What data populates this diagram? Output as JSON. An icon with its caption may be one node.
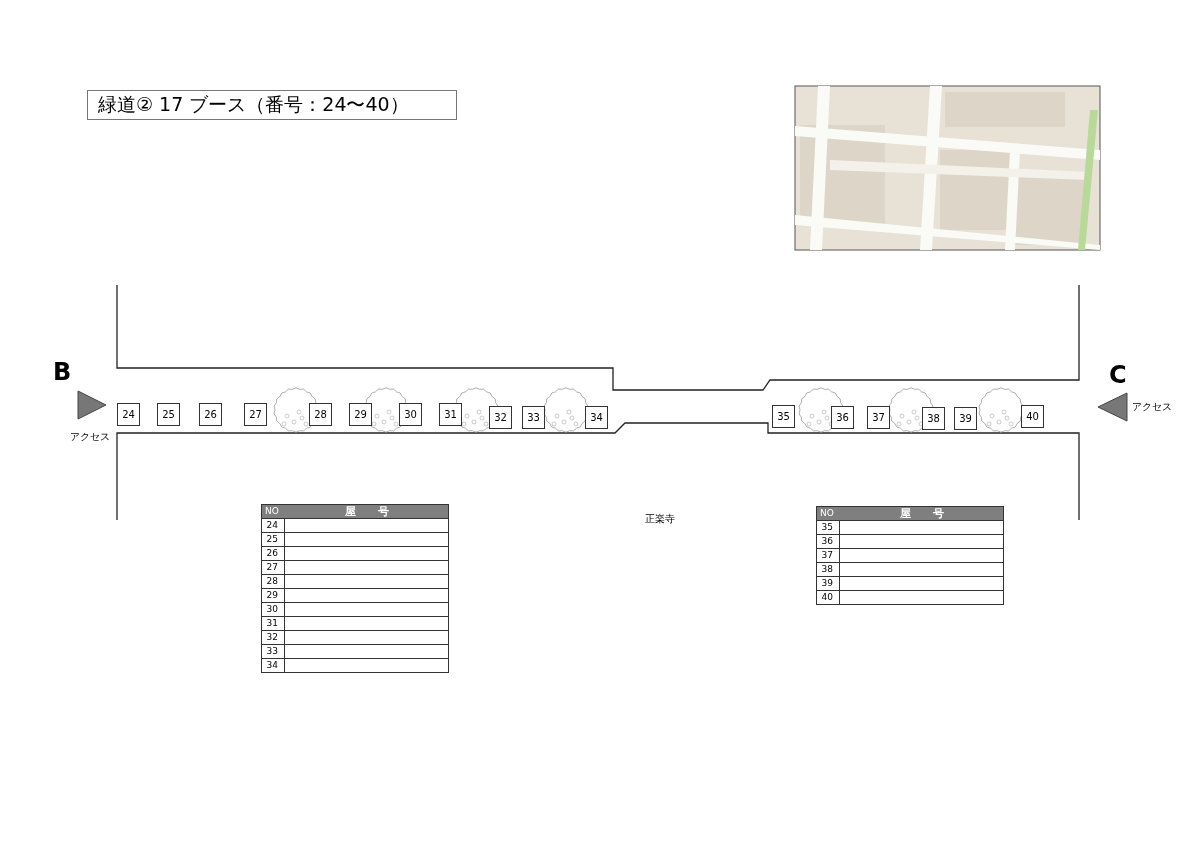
{
  "diagram": {
    "title": "緑道② 17 ブース（番号：24〜40）",
    "nodes": [
      {
        "text": [
          "24"
        ]
      },
      {
        "text": [
          "25"
        ]
      },
      {
        "text": [
          "26"
        ]
      },
      {
        "text": [
          "27"
        ]
      },
      {
        "text": [
          "28"
        ]
      },
      {
        "text": [
          "29"
        ]
      },
      {
        "text": [
          "30"
        ]
      },
      {
        "text": [
          "31"
        ]
      },
      {
        "text": [
          "32"
        ]
      },
      {
        "text": [
          "33"
        ]
      },
      {
        "text": [
          "34"
        ]
      },
      {
        "text": [
          "35"
        ]
      },
      {
        "text": [
          "36"
        ]
      },
      {
        "text": [
          "37"
        ]
      },
      {
        "text": [
          "38"
        ]
      },
      {
        "text": [
          "39"
        ]
      },
      {
        "text": [
          "40"
        ]
      }
    ],
    "labels": [
      "B",
      "C",
      "アクセス",
      "アクセス",
      "正楽寺",
      "NO",
      "屋　　号",
      "24",
      "25",
      "26",
      "27",
      "28",
      "29",
      "30",
      "31",
      "32",
      "33",
      "34",
      "NO",
      "屋　　号",
      "35",
      "36",
      "37",
      "38",
      "39",
      "40"
    ]
  }
}
